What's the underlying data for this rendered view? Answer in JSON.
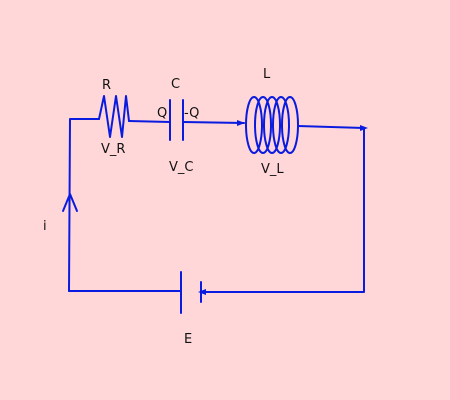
{
  "diagram": {
    "labels": {
      "resistor": "R",
      "resistor_voltage": "V_R",
      "capacitor": "C",
      "charge_left": "Q",
      "charge_right": "-Q",
      "capacitor_voltage": "V_C",
      "inductor": "L",
      "inductor_voltage": "V_L",
      "current": "i",
      "emf": "E"
    },
    "colors": {
      "background": "#ffd7d9",
      "wire": "#0a1be0",
      "text": "#111111"
    }
  }
}
